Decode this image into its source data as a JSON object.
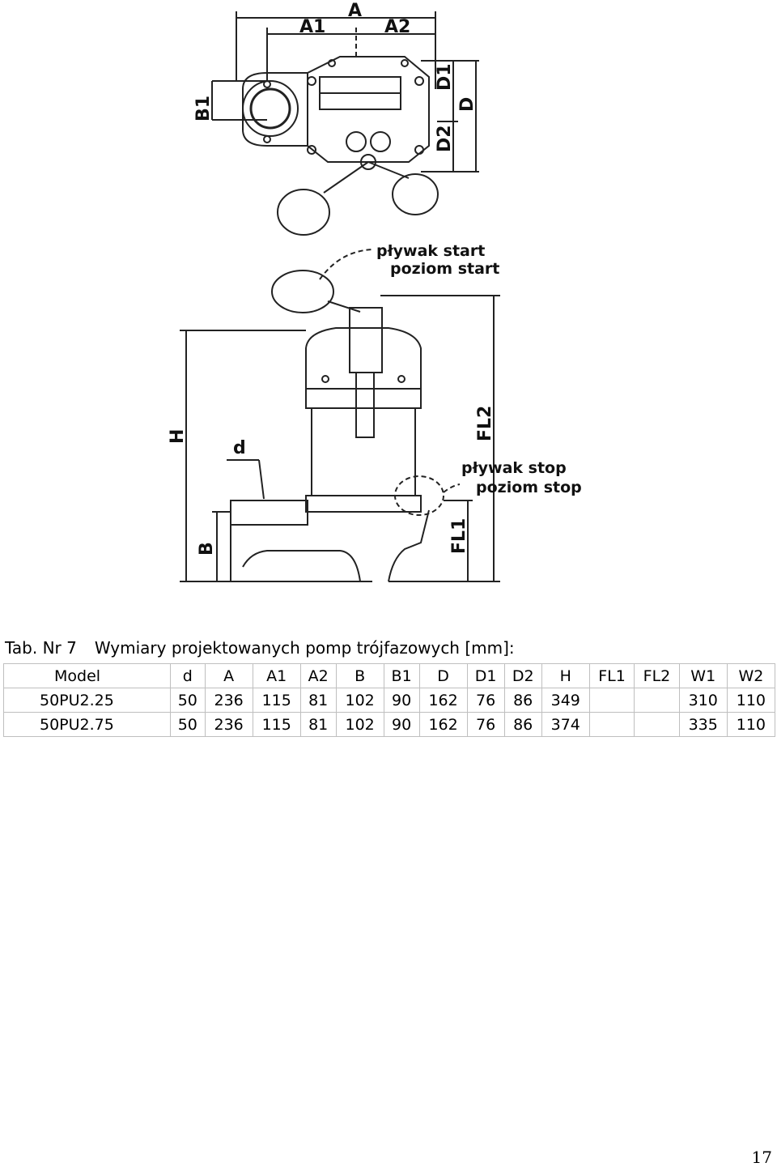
{
  "drawing": {
    "dim_labels": {
      "A": "A",
      "A1": "A1",
      "A2": "A2",
      "B1": "B1",
      "D": "D",
      "D1": "D1",
      "D2": "D2",
      "H": "H",
      "d": "d",
      "B": "B",
      "FL1": "FL1",
      "FL2": "FL2"
    },
    "float_start_line1": "pływak start",
    "float_start_line2": "poziom start",
    "float_stop_line1": "pływak stop",
    "float_stop_line2": "poziom stop"
  },
  "caption": {
    "tab_label": "Tab. Nr 7",
    "title": "Wymiary projektowanych pomp trójfazowych [mm]:"
  },
  "table": {
    "headers": [
      "Model",
      "d",
      "A",
      "A1",
      "A2",
      "B",
      "B1",
      "D",
      "D1",
      "D2",
      "H",
      "FL1",
      "FL2",
      "W1",
      "W2"
    ],
    "rows": [
      [
        "50PU2.25",
        "50",
        "236",
        "115",
        "81",
        "102",
        "90",
        "162",
        "76",
        "86",
        "349",
        "",
        "",
        "310",
        "110"
      ],
      [
        "50PU2.75",
        "50",
        "236",
        "115",
        "81",
        "102",
        "90",
        "162",
        "76",
        "86",
        "374",
        "",
        "",
        "335",
        "110"
      ]
    ]
  },
  "page_number": "17"
}
